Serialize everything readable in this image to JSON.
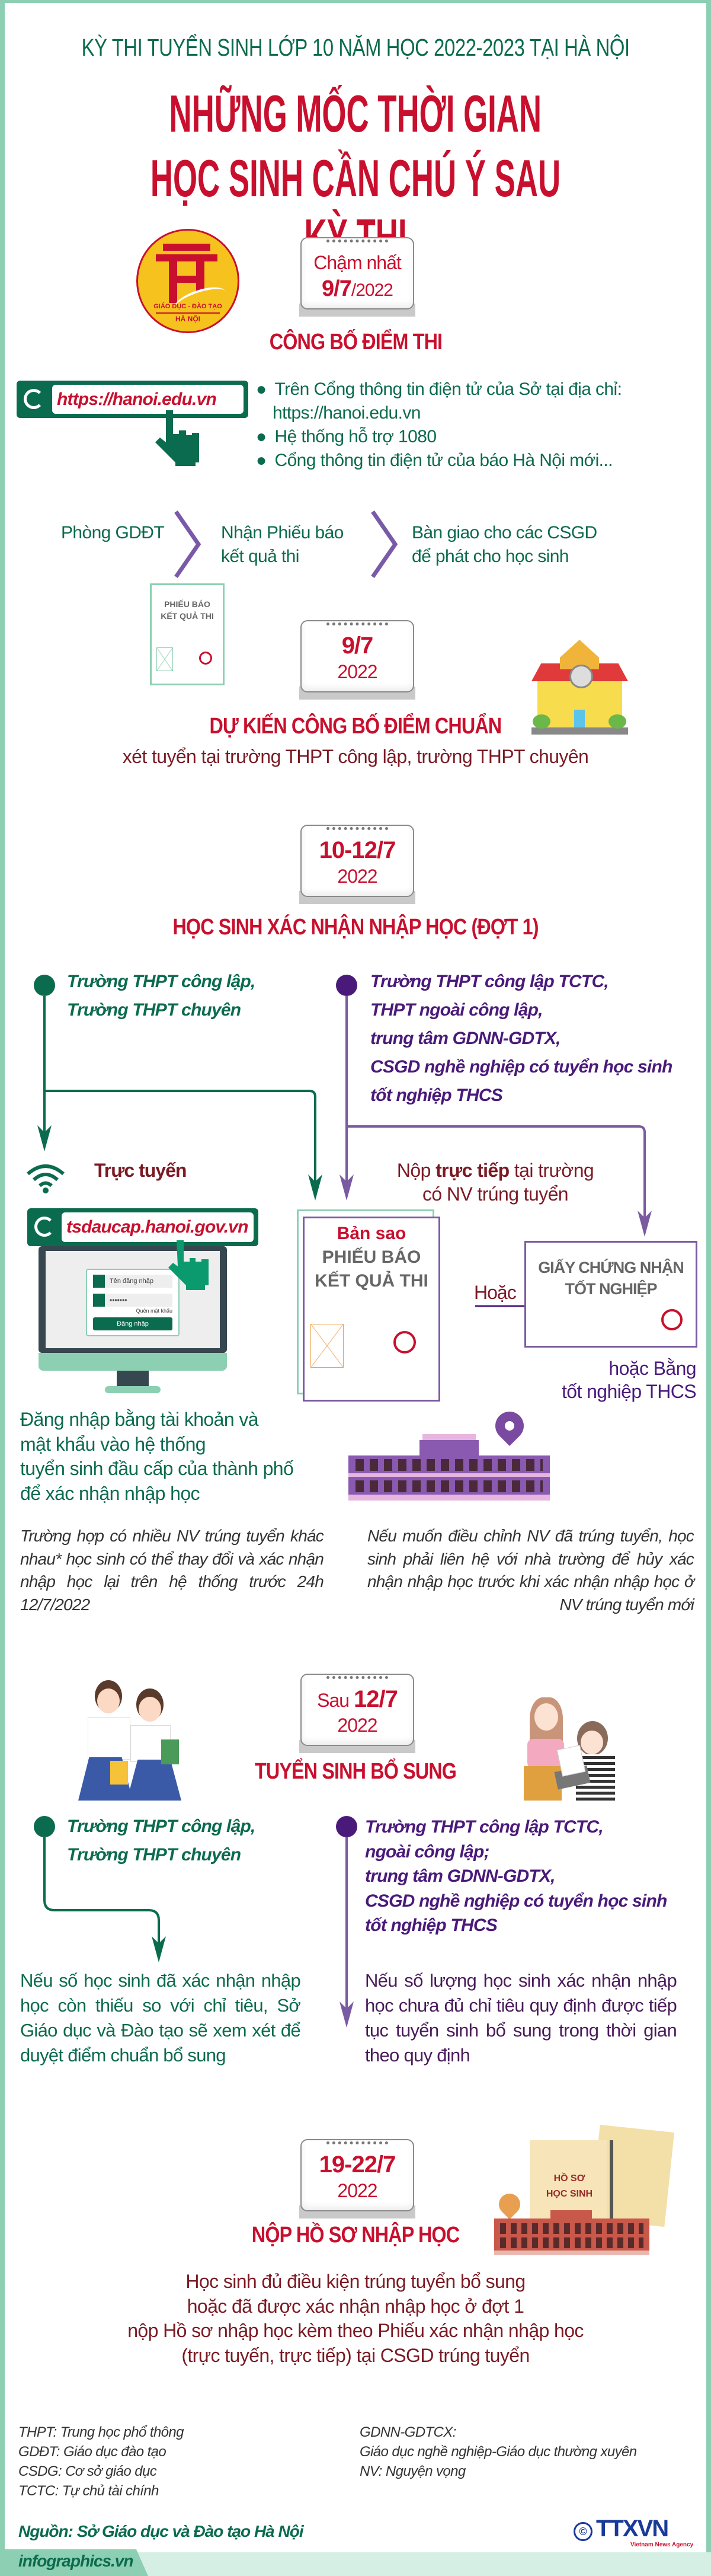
{
  "colors": {
    "frame": "#8ccfb3",
    "green": "#0b6b4e",
    "red": "#c8102e",
    "dark_red": "#7b1a24",
    "purple": "#4a1a7a"
  },
  "header": {
    "supertitle": "KỲ THI TUYỂN SINH LỚP 10 NĂM HỌC 2022-2023 TẠI HÀ NỘI",
    "title_line1": "NHỮNG MỐC THỜI GIAN",
    "title_line2": "HỌC SINH CẦN CHÚ Ý SAU KỲ THI"
  },
  "logo": {
    "line1": "GIÁO DỤC - ĐÀO TẠO",
    "line2": "HÀ NỘI"
  },
  "step1": {
    "date_prefix": "Chậm nhất",
    "date": "9/7",
    "year": "/2022",
    "heading": "CÔNG BỐ ĐIỂM THI",
    "url": "https://hanoi.edu.vn",
    "bullets": [
      "Trên Cổng thông tin điện tử của Sở tại địa chỉ:",
      "https://hanoi.edu.vn",
      "Hệ thống hỗ trợ 1080",
      "Cổng thông tin điện tử của báo Hà Nội mới..."
    ],
    "flow": [
      "Phòng GDĐT",
      "Nhận Phiếu báo",
      "kết quả thi",
      "Bàn giao cho các CSGD",
      "để phát cho học sinh"
    ],
    "doc_line1": "PHIẾU BÁO",
    "doc_line2": "KẾT QUẢ THI"
  },
  "step2": {
    "date": "9/7",
    "year": "2022",
    "heading": "DỰ KIẾN CÔNG BỐ ĐIỂM CHUẨN",
    "sub": "xét tuyển tại trường THPT công lập, trường THPT chuyên"
  },
  "step3": {
    "date": "10-12/7",
    "year": "2022",
    "heading": "HỌC SINH XÁC NHẬN NHẬP HỌC (ĐỢT 1)",
    "left_group": [
      "Trường THPT công lập,",
      "Trường THPT chuyên"
    ],
    "right_group": [
      "Trường THPT công lập TCTC,",
      "THPT ngoài công lập,",
      "trung tâm GDNN-GDTX,",
      "CSGD nghề nghiệp có tuyển học sinh",
      "tốt nghiệp THCS"
    ],
    "online_label": "Trực tuyến",
    "url": "tsdaucap.hanoi.gov.vn",
    "login": {
      "username": "Tên đăng nhập",
      "password": "•••••••",
      "forgot": "Quên mật khẩu",
      "button": "Đăng nhập"
    },
    "direct_pre": "Nộp ",
    "direct_bold": "trực tiếp",
    "direct_post": " tại trường",
    "direct_line2": "có NV trúng tuyển",
    "copy_label": "Bản sao",
    "copy_line1": "PHIẾU BÁO",
    "copy_line2": "KẾT QUẢ THI",
    "or_label": "Hoặc",
    "cert_line1": "GIẤY CHỨNG NHẬN",
    "cert_line2": "TỐT NGHIỆP",
    "diploma_line1": "hoặc Bằng",
    "diploma_line2": "tốt nghiệp THCS",
    "online_desc": [
      "Đăng nhập bằng tài khoản và",
      "mật khẩu vào hệ thống",
      "tuyển sinh đầu cấp của thành phố",
      "để xác nhận nhập học"
    ],
    "note_left": "Trường hợp có nhiều NV trúng tuyển khác nhau* học sinh có thể thay đổi và xác nhận nhập học lại trên hệ thống trước 24h 12/7/2022",
    "note_right": "Nếu muốn điều chỉnh NV đã trúng tuyển, học sinh phải liên hệ với nhà trường để hủy xác nhận nhập học trước khi xác nhận nhập học ở NV trúng tuyển mới"
  },
  "step4": {
    "date_prefix": "Sau ",
    "date": "12/7",
    "year": "2022",
    "heading": "TUYỂN SINH BỔ SUNG",
    "left_group": [
      "Trường THPT công lập,",
      "Trường THPT chuyên"
    ],
    "right_group": [
      "Trường THPT công lập TCTC,",
      "ngoài công lập;",
      "trung tâm GDNN-GDTX,",
      "CSGD nghề nghiệp có tuyển học sinh",
      "tốt nghiệp THCS"
    ],
    "left_desc": "Nếu số học sinh đã xác nhận nhập học còn thiếu so với chỉ tiêu, Sở Giáo dục và Đào tạo sẽ xem xét để duyệt điểm chuẩn bổ sung",
    "right_desc": "Nếu số lượng học sinh xác nhận nhập học chưa đủ chỉ tiêu quy định được tiếp tục tuyển sinh bổ sung trong thời gian theo quy định"
  },
  "step5": {
    "date": "19-22/7",
    "year": "2022",
    "heading": "NỘP HỒ SƠ NHẬP HỌC",
    "folder_line1": "HỒ SƠ",
    "folder_line2": "HỌC SINH",
    "desc": [
      "Học sinh đủ điều kiện trúng tuyển bổ sung",
      "hoặc đã được xác nhận nhập học ở đợt 1",
      "nộp Hồ sơ nhập học kèm theo Phiếu xác nhận nhập học",
      "(trực tuyến, trực tiếp) tại CSGD trúng tuyển"
    ]
  },
  "glossary": {
    "left": [
      "THPT: Trung học phổ thông",
      "GDĐT: Giáo dục đào tạo",
      "CSDG: Cơ sở giáo dục",
      "TCTC: Tự chủ tài chính"
    ],
    "right": [
      "GDNN-GDTCX:",
      "Giáo dục nghề nghiệp-Giáo dục thường xuyên",
      "NV: Nguyện vọng"
    ]
  },
  "footer": {
    "source": "Nguồn: Sở Giáo dục và Đào tạo Hà Nội",
    "site": "infographics.vn",
    "agency_logo": "TTXVN",
    "agency_sub": "Vietnam News Agency"
  }
}
